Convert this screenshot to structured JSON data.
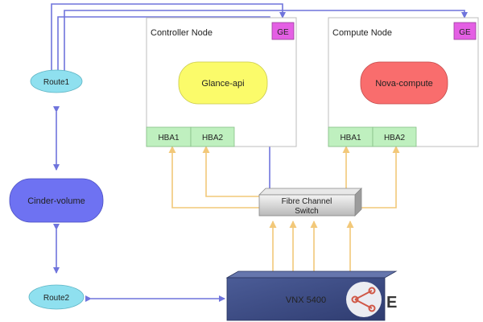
{
  "nodes": {
    "controller": {
      "title": "Controller Node",
      "ge": "GE",
      "app": "Glance-api",
      "hba1": "HBA1",
      "hba2": "HBA2"
    },
    "compute": {
      "title": "Compute Node",
      "ge": "GE",
      "app": "Nova-compute",
      "hba1": "HBA1",
      "hba2": "HBA2"
    }
  },
  "route1": "Route1",
  "cinder": "Cinder-volume",
  "route2": "Route2",
  "switch": {
    "line1": "Fibre Channel",
    "line2": "Switch"
  },
  "storage": "VNX 5400",
  "watermark": "E",
  "colors": {
    "blue_line": "#6f74dc",
    "orange_arrow": "#f2c879",
    "glance": "#fbfb6a",
    "nova": "#f96d6d",
    "hba": "#bff0bf",
    "ge": "#e45fe4",
    "route": "#8fe0ef",
    "cinder": "#6e72f2",
    "vnx": "#3d4d86"
  }
}
